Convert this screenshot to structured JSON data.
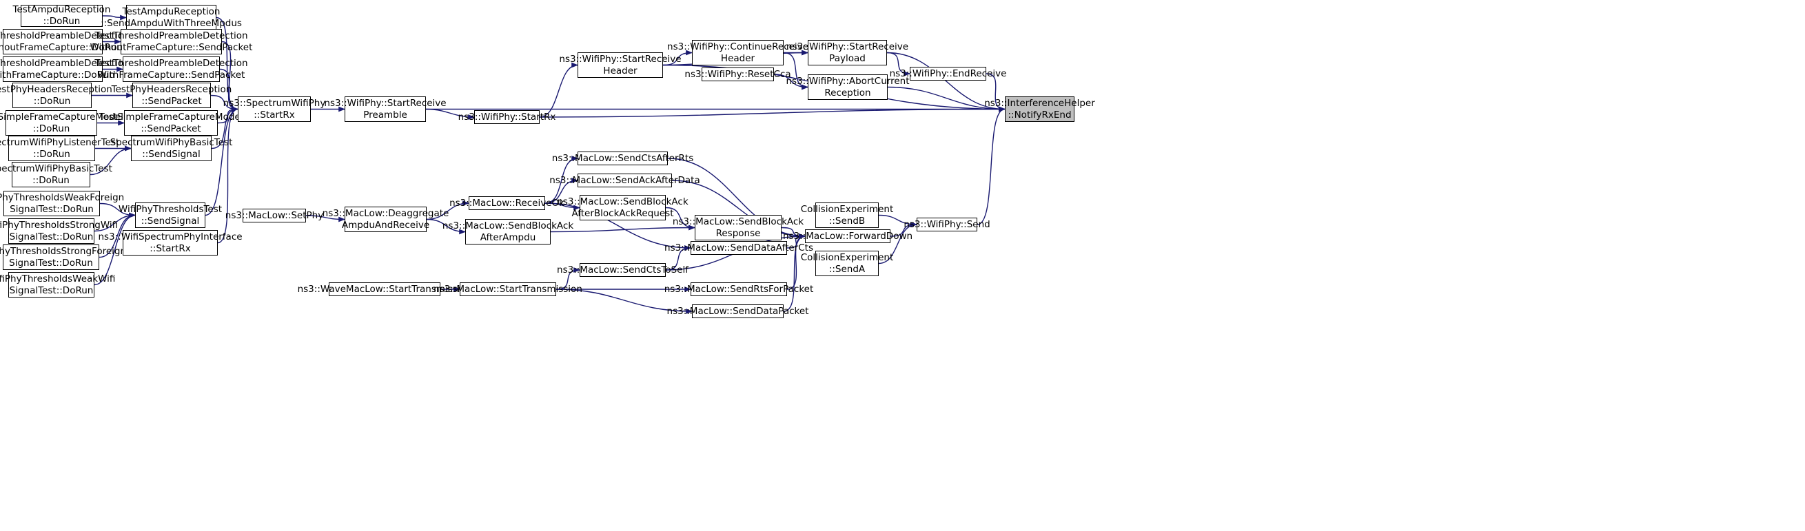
{
  "colors": {
    "edge": "#191970",
    "node_border": "#000000",
    "root_fill": "#bfbfbf",
    "node_fill": "#ffffff"
  },
  "nodes": {
    "n1": "TestAmpduReception\n::DoRun",
    "n2": "TestAmpduReception\n::SendAmpduWithThreeMpdus",
    "n3": "TestThresholdPreambleDetection\nWithoutFrameCapture::DoRun",
    "n4": "TestThresholdPreambleDetection\nWithoutFrameCapture::SendPacket",
    "n5": "TestThresholdPreambleDetection\nWithFrameCapture::DoRun",
    "n6": "TestThresholdPreambleDetection\nWithFrameCapture::SendPacket",
    "n7": "TestPhyHeadersReception\n::DoRun",
    "n8": "TestPhyHeadersReception\n::SendPacket",
    "n9": "TestSimpleFrameCaptureModel\n::DoRun",
    "n10": "TestSimpleFrameCaptureModel\n::SendPacket",
    "n11": "SpectrumWifiPhyListenerTest\n::DoRun",
    "n12": "SpectrumWifiPhyBasicTest\n::SendSignal",
    "n13": "SpectrumWifiPhyBasicTest\n::DoRun",
    "n14": "WifiPhyThresholdsWeakForeign\nSignalTest::DoRun",
    "n15": "WifiPhyThresholdsTest\n::SendSignal",
    "n16": "WifiPhyThresholdsStrongWifi\nSignalTest::DoRun",
    "n17": "WifiPhyThresholdsStrongForeign\nSignalTest::DoRun",
    "n18": "WifiPhyThresholdsWeakWifi\nSignalTest::DoRun",
    "n19": "ns3::SpectrumWifiPhy\n::StartRx",
    "n20": "ns3::WifiSpectrumPhyInterface\n::StartRx",
    "n21": "ns3::MacLow::SetPhy",
    "n22": "ns3::WaveMacLow::StartTransmission",
    "n23": "ns3::WifiPhy::StartReceive\nPreamble",
    "n24": "ns3::MacLow::Deaggregate\nAmpduAndReceive",
    "n25": "ns3::WifiPhy::StartRx",
    "n26": "ns3::MacLow::ReceiveOk",
    "n27": "ns3::MacLow::SendBlockAck\nAfterAmpdu",
    "n28": "ns3::MacLow::StartTransmission",
    "n29": "ns3::WifiPhy::StartReceive\nHeader",
    "n30": "ns3::MacLow::SendCtsAfterRts",
    "n31": "ns3::MacLow::SendAckAfterData",
    "n32": "ns3::MacLow::SendBlockAck\nAfterBlockAckRequest",
    "n33": "ns3::MacLow::SendCtsToSelf",
    "n34": "ns3::WifiPhy::ContinueReceive\nHeader",
    "n35": "ns3::WifiPhy::ResetCca",
    "n36": "ns3::MacLow::SendBlockAck\nResponse",
    "n37": "ns3::MacLow::SendDataAfterCts",
    "n38": "ns3::MacLow::SendRtsForPacket",
    "n39": "ns3::MacLow::SendDataPacket",
    "n40": "ns3::WifiPhy::StartReceive\nPayload",
    "n41": "ns3::WifiPhy::AbortCurrent\nReception",
    "n42": "ns3::MacLow::ForwardDown",
    "n43": "CollisionExperiment\n::SendB",
    "n44": "CollisionExperiment\n::SendA",
    "n45": "ns3::WifiPhy::EndReceive",
    "n46": "ns3::WifiPhy::Send",
    "n47": "ns3::InterferenceHelper\n::NotifyRxEnd"
  }
}
